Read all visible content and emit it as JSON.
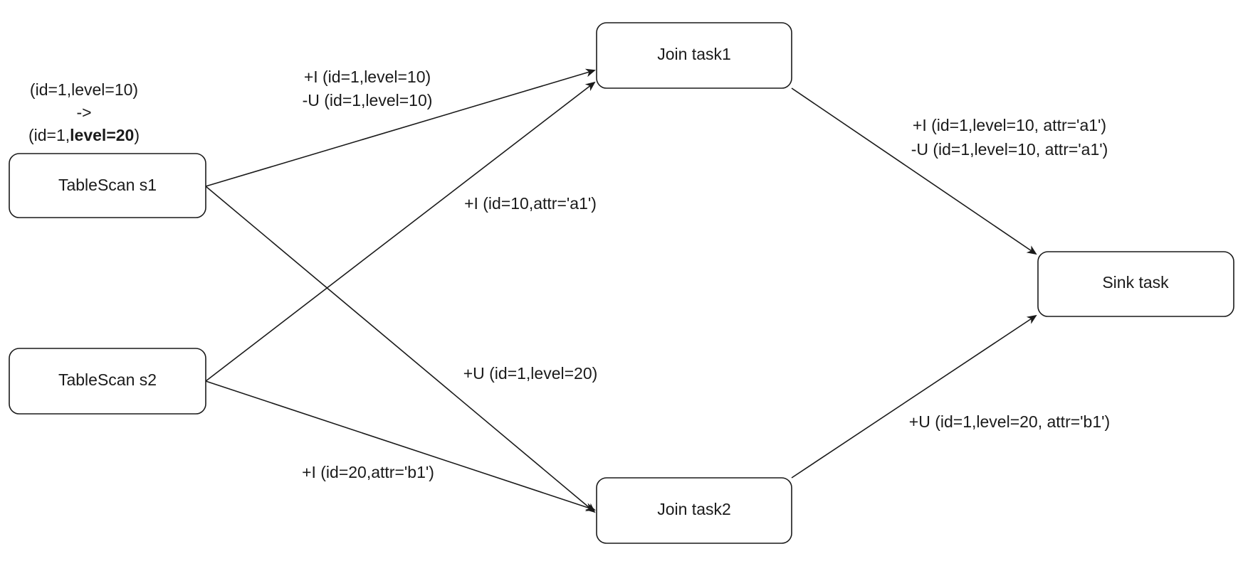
{
  "nodes": {
    "tablescan_s1": "TableScan s1",
    "tablescan_s2": "TableScan s2",
    "join_task1": "Join task1",
    "join_task2": "Join task2",
    "sink_task": "Sink task"
  },
  "state_change": {
    "line1": "(id=1,level=10)",
    "arrow": "->",
    "line3_prefix": "(id=1,",
    "line3_bold": "level=20",
    "line3_suffix": ")"
  },
  "edges": {
    "s1_to_join1": [
      "+I (id=1,level=10)",
      "-U (id=1,level=10)"
    ],
    "s2_to_join1": [
      "+I (id=10,attr='a1')"
    ],
    "s1_to_join2": [
      "+U (id=1,level=20)"
    ],
    "s2_to_join2": [
      "+I (id=20,attr='b1')"
    ],
    "join1_to_sink": [
      "+I (id=1,level=10, attr='a1')",
      "-U (id=1,level=10, attr='a1')"
    ],
    "join2_to_sink": [
      "+U (id=1,level=20, attr='b1')"
    ]
  }
}
